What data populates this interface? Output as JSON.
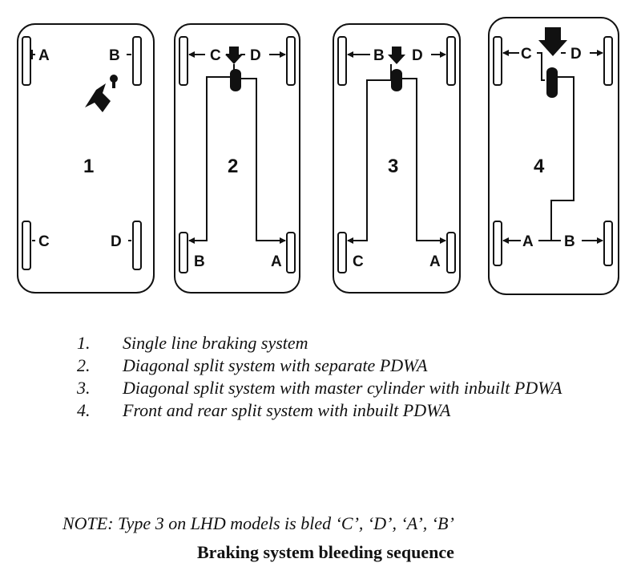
{
  "panels": [
    {
      "number": "1",
      "labels": {
        "front_left": "A",
        "front_right": "B",
        "rear_left": "C",
        "rear_right": "D"
      }
    },
    {
      "number": "2",
      "labels": {
        "front_left": "C",
        "front_right": "D",
        "rear_left": "B",
        "rear_right": "A"
      }
    },
    {
      "number": "3",
      "labels": {
        "front_left": "B",
        "front_right": "D",
        "rear_left": "C",
        "rear_right": "A"
      }
    },
    {
      "number": "4",
      "labels": {
        "front_left": "C",
        "front_right": "D",
        "rear_left": "A",
        "rear_right": "B"
      }
    }
  ],
  "legend": [
    {
      "num": "1.",
      "text": "Single line braking system"
    },
    {
      "num": "2.",
      "text": "Diagonal split system with separate PDWA"
    },
    {
      "num": "3.",
      "text": "Diagonal split system with master cylinder with inbuilt PDWA"
    },
    {
      "num": "4.",
      "text": "Front and rear split system with inbuilt PDWA"
    }
  ],
  "note": "NOTE: Type 3 on LHD models is bled ‘C’, ‘D’, ‘A’, ‘B’",
  "caption": "Braking system bleeding sequence"
}
